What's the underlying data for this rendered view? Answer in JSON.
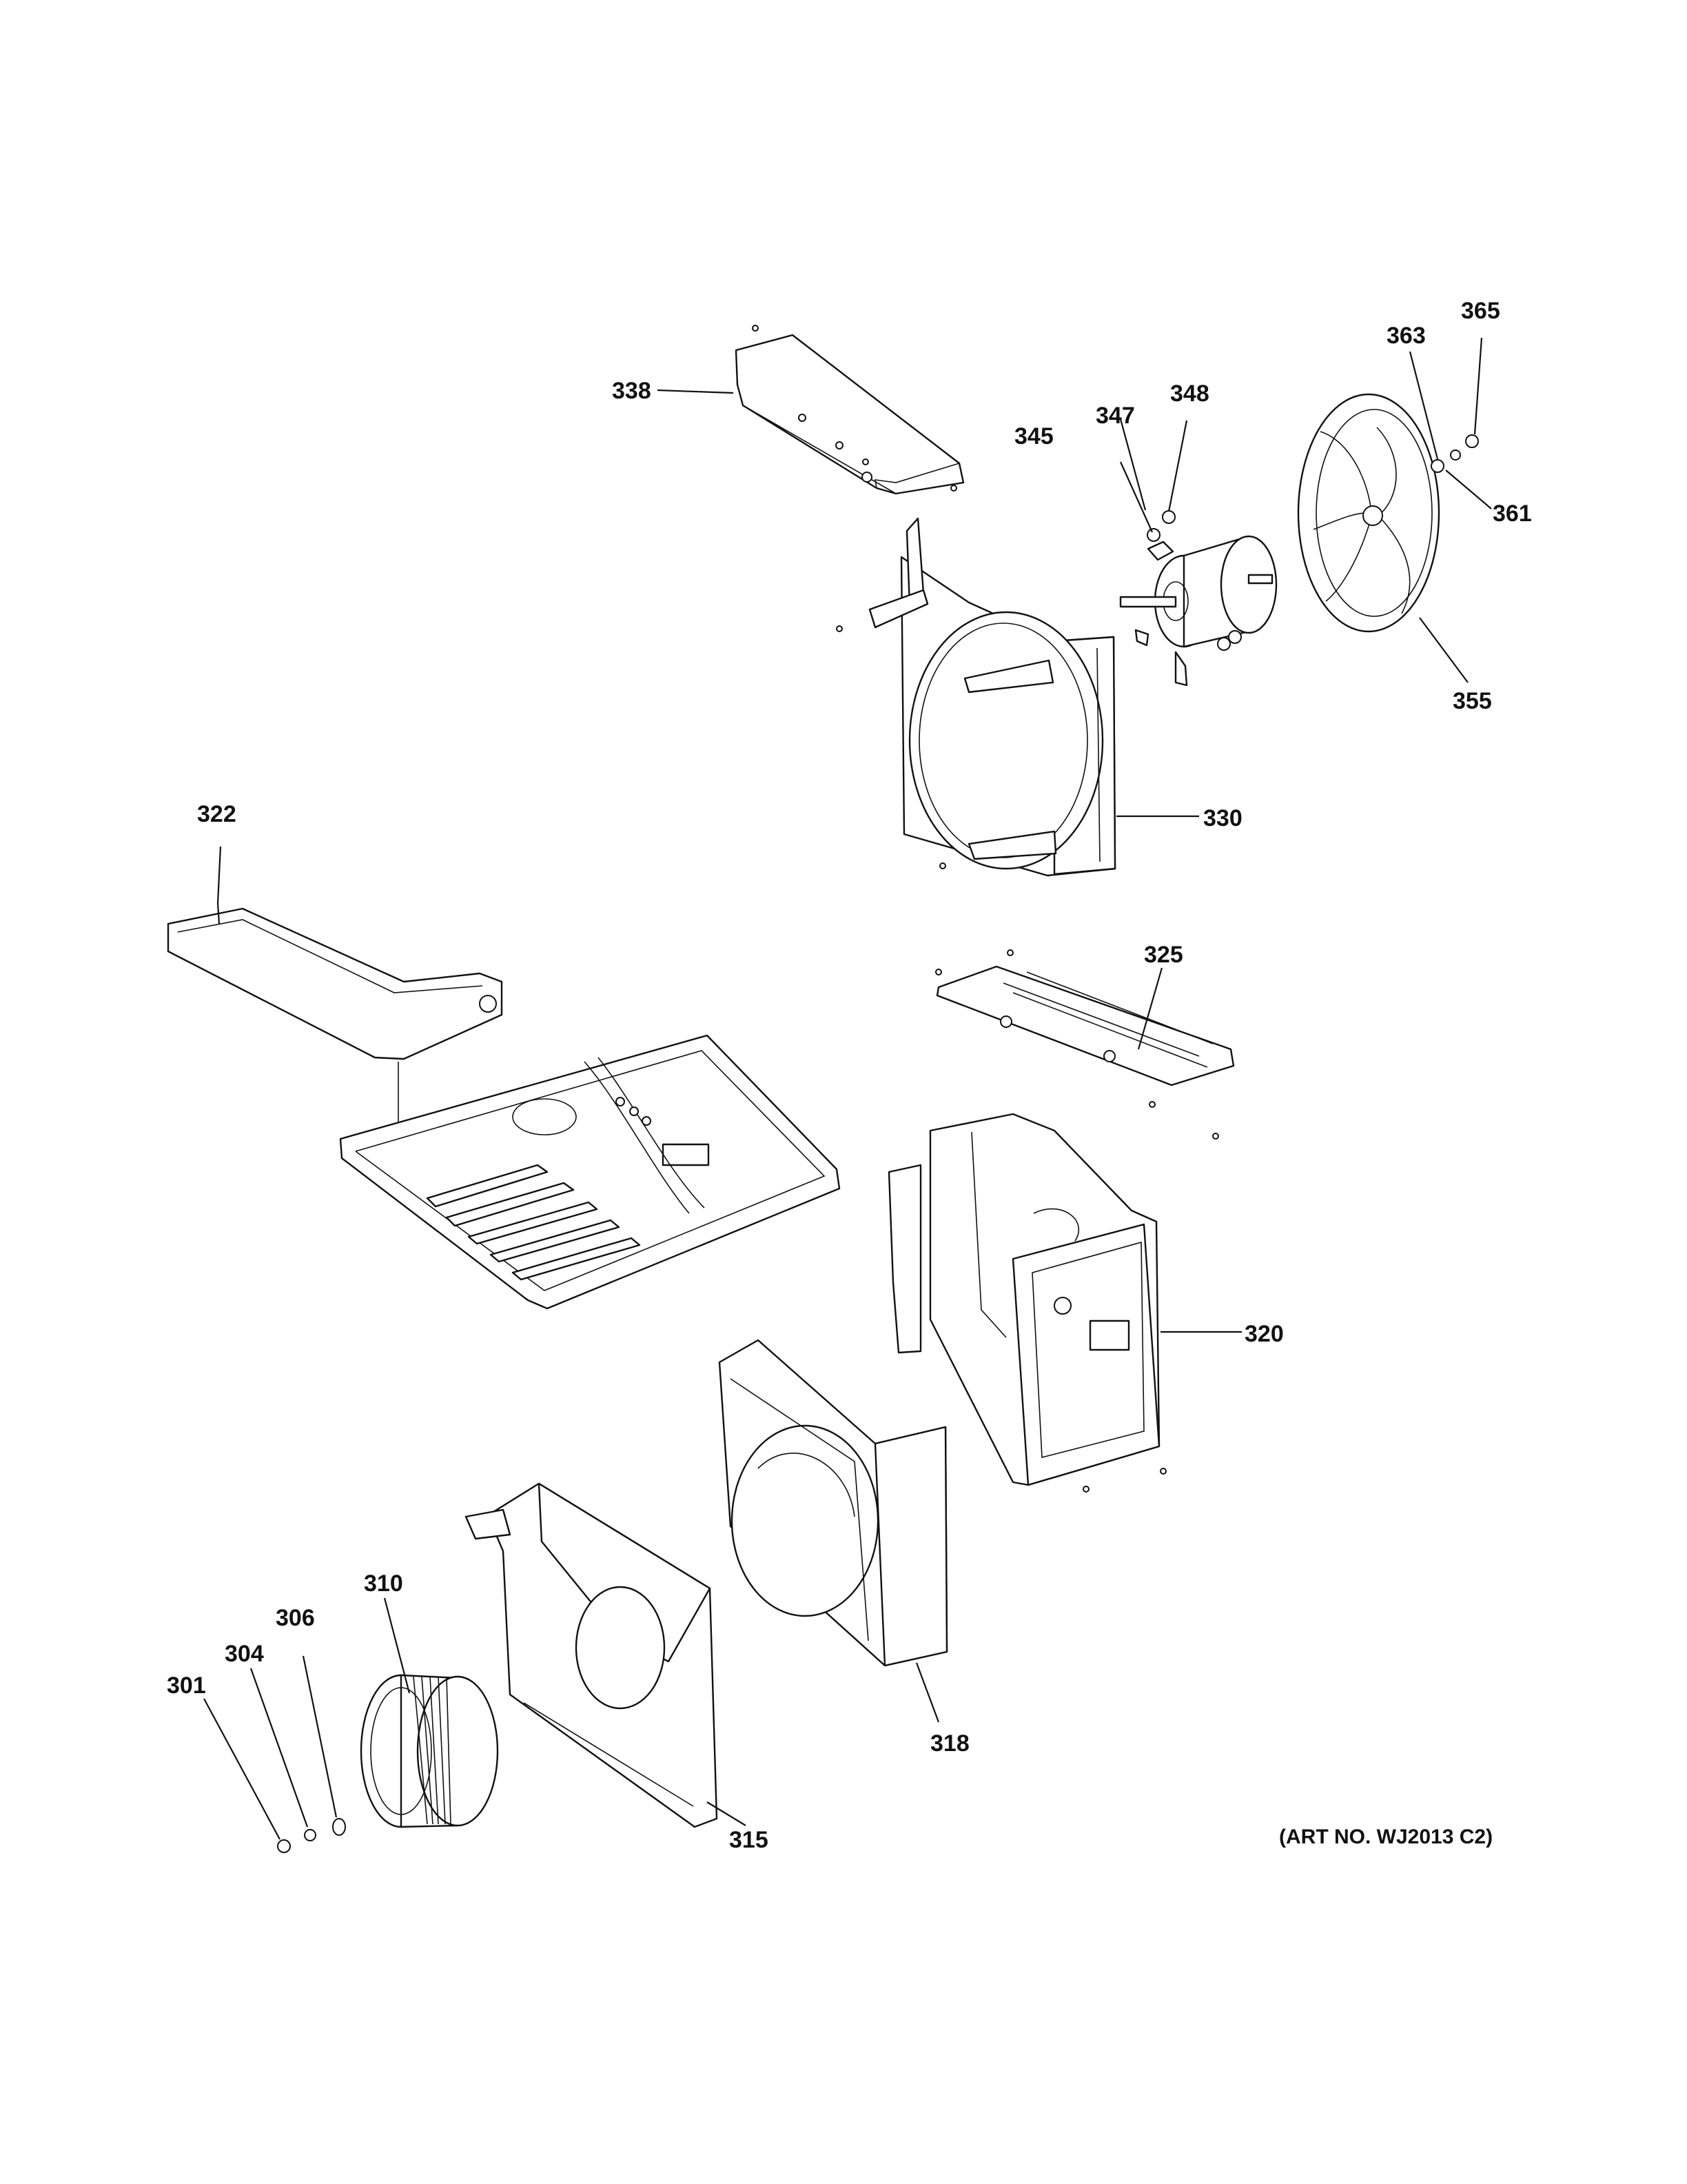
{
  "diagram": {
    "labels": {
      "p301": "301",
      "p304": "304",
      "p306": "306",
      "p310": "310",
      "p315": "315",
      "p318": "318",
      "p320": "320",
      "p322": "322",
      "p325": "325",
      "p330": "330",
      "p338": "338",
      "p345": "345",
      "p347": "347",
      "p348": "348",
      "p355": "355",
      "p361": "361",
      "p363": "363",
      "p365": "365"
    },
    "art_number": "(ART NO. WJ2013 C2)"
  }
}
